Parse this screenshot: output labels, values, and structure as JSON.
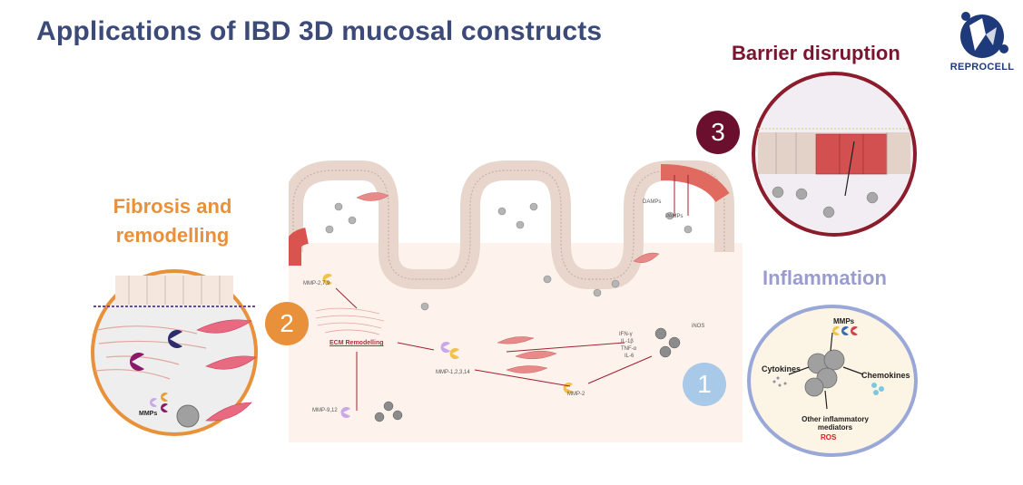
{
  "title": "Applications of IBD 3D mucosal constructs",
  "logo": {
    "text": "REPROCELL",
    "icon": "reprocell-logo-icon",
    "color": "#1f3a7a"
  },
  "sections": {
    "fibrosis": {
      "label_line1": "Fibrosis and",
      "label_line2": "remodelling",
      "number": "2",
      "color": "#e8913a"
    },
    "barrier": {
      "label": "Barrier disruption",
      "number": "3",
      "color": "#7a1530"
    },
    "inflammation": {
      "label": "Inflammation",
      "number": "1",
      "color": "#9a9ccf"
    }
  },
  "main_diagram": {
    "labels": {
      "mmp_279": "MMP-2,7,9",
      "ecm": "ECM Remodelling",
      "mmp_12314": "MMP-1,2,3,14",
      "mmp_912": "MMP-9,12",
      "mmp_2": "MMP-2",
      "inos": "iNOS",
      "ifn": "IFN-γ",
      "il1b": "IL-1β",
      "tnfa": "TNF-α",
      "il6": "IL-6",
      "damps": "DAMPs",
      "pamps": "PAMPs"
    }
  },
  "inflammation_circle": {
    "mmps": "MMPs",
    "cytokines": "Cytokines",
    "chemokines": "Chemokines",
    "other_line1": "Other inflammatory",
    "other_line2": "mediators",
    "ros": "ROS"
  },
  "fibrosis_circle": {
    "mmps": "MMPs"
  }
}
